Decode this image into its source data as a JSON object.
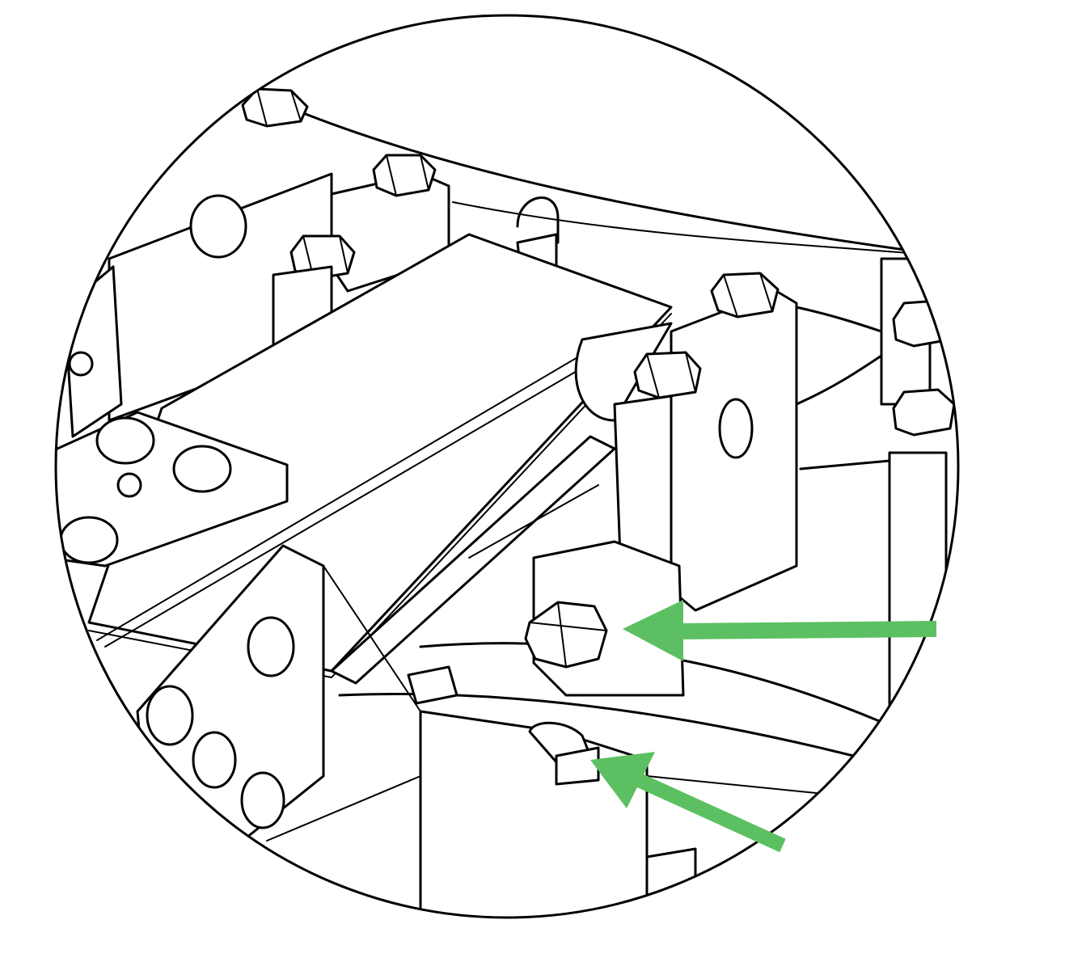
{
  "figure": {
    "subject": "hardware-assembly-detail-view",
    "line_color": "#000000",
    "background_color": "#ffffff"
  },
  "callouts": [
    {
      "name": "upper-callout-arrow",
      "color": "#5cc062",
      "direction": "pointing-left"
    },
    {
      "name": "lower-callout-arrow",
      "color": "#5cc062",
      "direction": "pointing-up-left"
    }
  ]
}
